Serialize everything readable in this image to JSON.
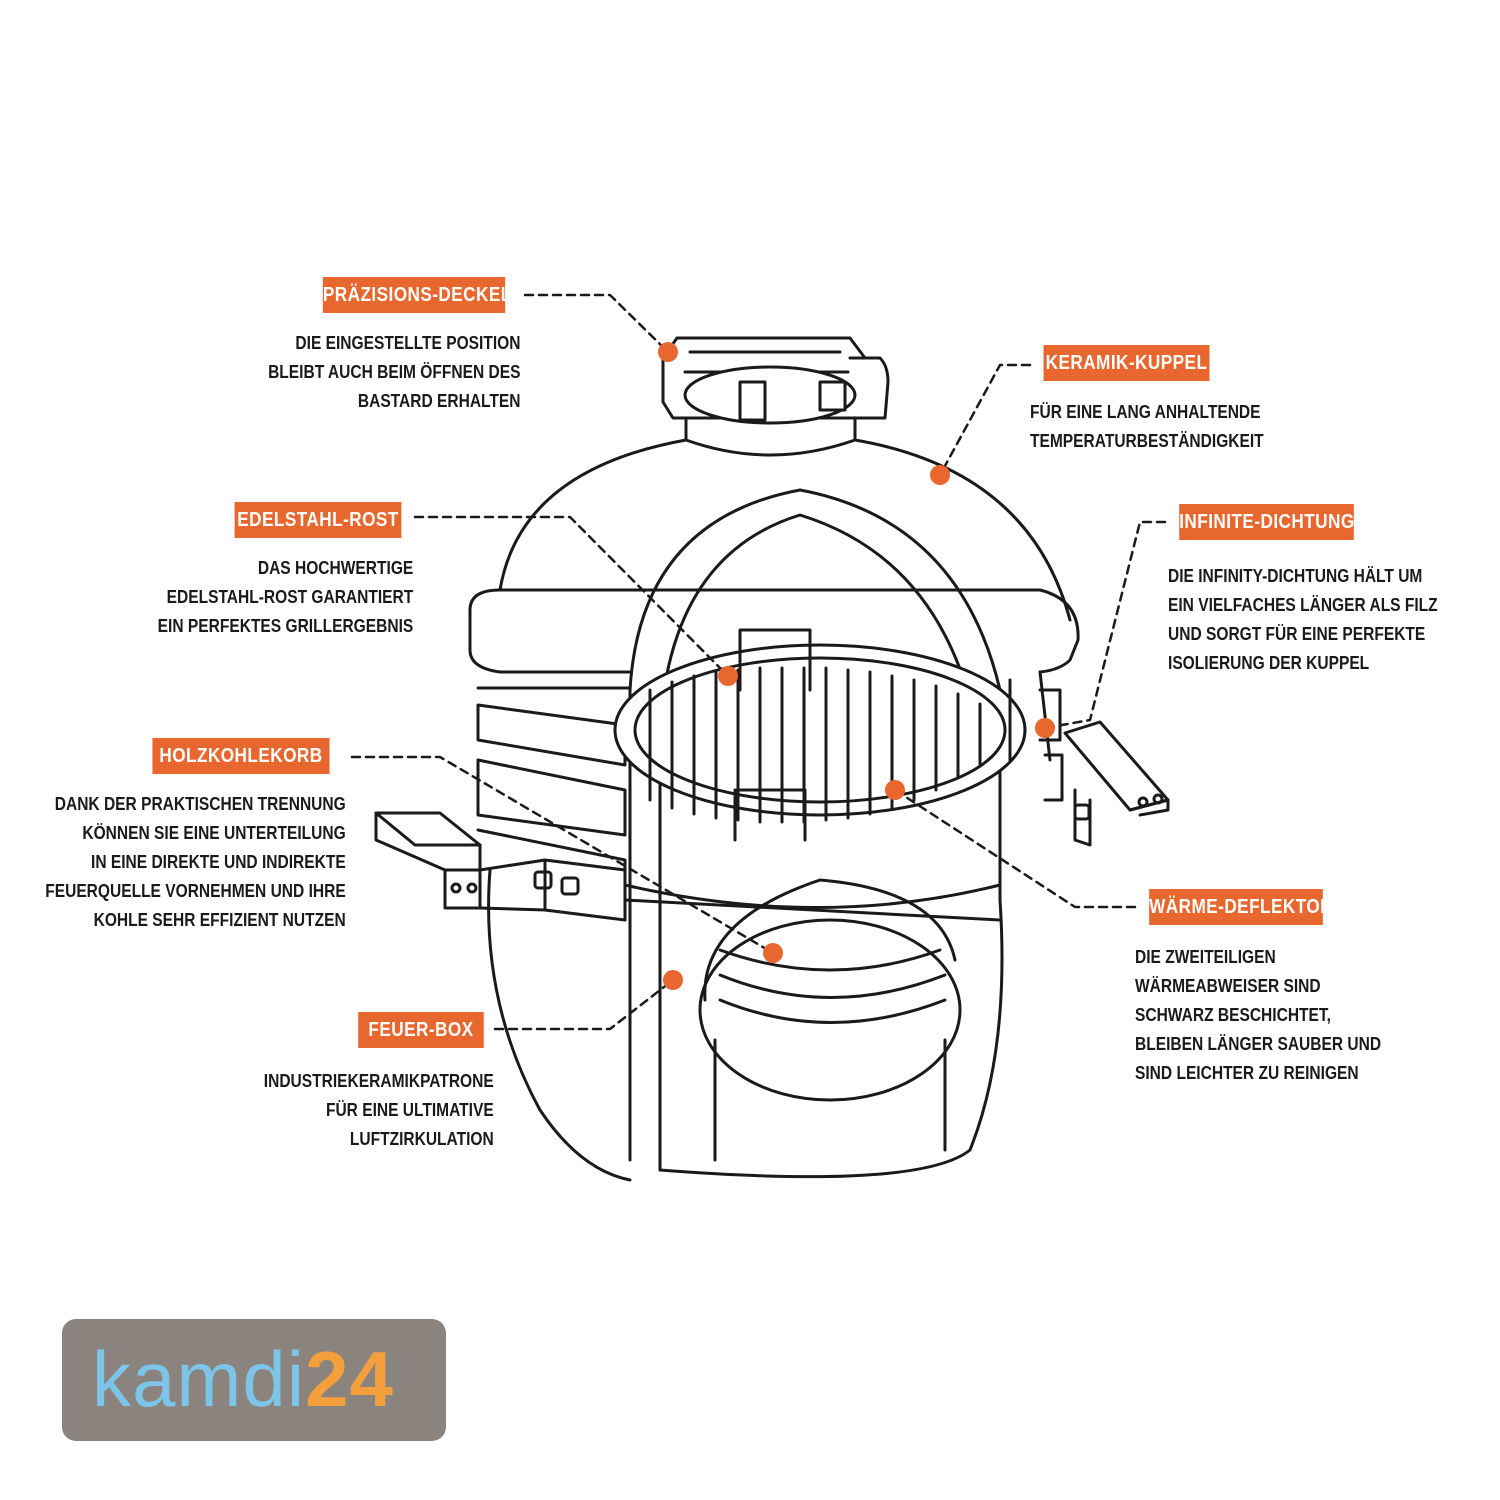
{
  "callouts": [
    {
      "key": "praezisions_deckel",
      "label": "PRÄZISIONS-DECKEL",
      "lines": [
        "DIE EINGESTELLTE POSITION",
        "BLEIBT AUCH BEIM ÖFFNEN DES",
        "BASTARD ERHALTEN"
      ]
    },
    {
      "key": "keramik_kuppel",
      "label": "KERAMIK-KUPPEL",
      "lines": [
        "FÜR EINE LANG ANHALTENDE",
        "TEMPERATURBESTÄNDIGKEIT"
      ]
    },
    {
      "key": "edelstahl_rost",
      "label": "EDELSTAHL-ROST",
      "lines": [
        "DAS HOCHWERTIGE",
        "EDELSTAHL-ROST GARANTIERT",
        "EIN PERFEKTES GRILLERGEBNIS"
      ]
    },
    {
      "key": "infinite_dichtung",
      "label": "INFINITE-DICHTUNG",
      "lines": [
        "DIE INFINITY-DICHTUNG HÄLT UM",
        "EIN VIELFACHES LÄNGER ALS FILZ",
        "UND SORGT FÜR EINE PERFEKTE",
        "ISOLIERUNG DER KUPPEL"
      ]
    },
    {
      "key": "holzkohlekorb",
      "label": "HOLZKOHLEKORB",
      "lines": [
        "DANK DER PRAKTISCHEN TRENNUNG",
        "KÖNNEN SIE EINE UNTERTEILUNG",
        "IN EINE DIREKTE UND INDIREKTE",
        "FEUERQUELLE VORNEHMEN UND IHRE",
        "KOHLE SEHR EFFIZIENT NUTZEN"
      ]
    },
    {
      "key": "waerme_deflektor",
      "label": "WÄRME-DEFLEKTOR",
      "lines": [
        "DIE ZWEITEILIGEN",
        "WÄRMEABWEISER SIND",
        "SCHWARZ BESCHICHTET,",
        "BLEIBEN LÄNGER SAUBER UND",
        "SIND LEICHTER ZU REINIGEN"
      ]
    },
    {
      "key": "feuer_box",
      "label": "FEUER-BOX",
      "lines": [
        "INDUSTRIEKERAMIKPATRONE",
        "FÜR EINE ULTIMATIVE",
        "LUFTZIRKULATION"
      ]
    }
  ],
  "logo": {
    "word": "kamdi",
    "number": "24"
  },
  "colors": {
    "accent": "#e8672e",
    "outline": "#1a1a1a",
    "logo_bg": "#8b847e",
    "logo_word": "#7dc5e8",
    "logo_number": "#f3a03c"
  }
}
